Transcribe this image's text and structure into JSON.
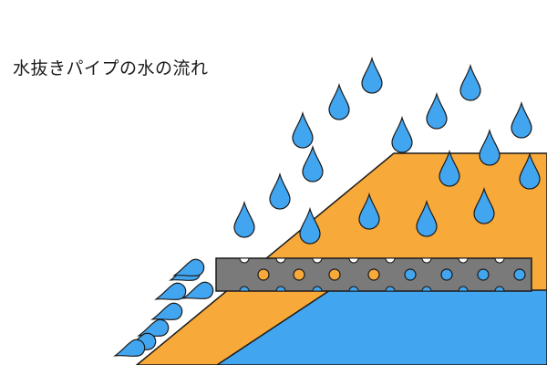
{
  "title": "水抜きパイプの水の流れ",
  "colors": {
    "background": "#ffffff",
    "embankment": "#f7a93a",
    "water": "#42a5ef",
    "pipe": "#7a7a7a",
    "hole_soil": "#f7a93a",
    "hole_water": "#42a5ef",
    "outline": "#1a1a1a"
  },
  "pipe": {
    "holes": [
      {
        "state": "soil"
      },
      {
        "state": "soil"
      },
      {
        "state": "soil"
      },
      {
        "state": "soil"
      },
      {
        "state": "water"
      },
      {
        "state": "water"
      },
      {
        "state": "water"
      },
      {
        "state": "water"
      },
      {
        "state": "water"
      }
    ]
  },
  "icons": {
    "rain_drop": "water-drop-icon",
    "outflow_drop": "outflow-drop-icon"
  }
}
